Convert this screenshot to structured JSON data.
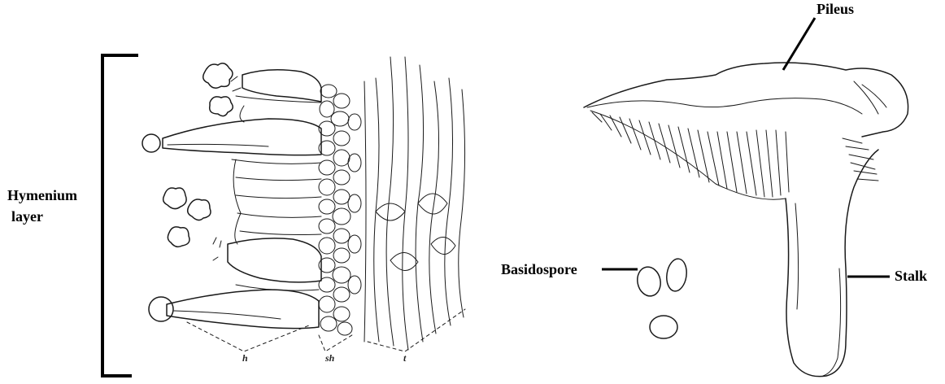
{
  "labels": {
    "hymenium_line1": "Hymenium",
    "hymenium_line2": "layer",
    "pileus": "Pileus",
    "basidospore": "Basidospore",
    "stalk": "Stalk",
    "h": "h",
    "sh": "sh",
    "t": "t"
  }
}
